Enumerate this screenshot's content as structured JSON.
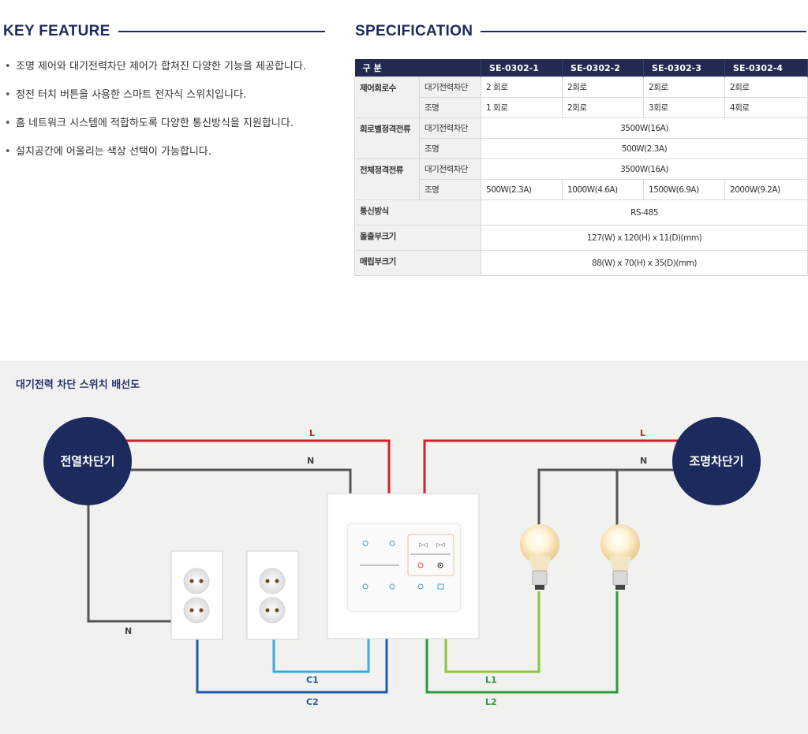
{
  "key_feature": {
    "title": "KEY FEATURE",
    "bullet": "•",
    "items": [
      "조명 제어와 대기전력차단 제어가 합쳐진 다양한 기능을 제공합니다.",
      "정전 터치 버튼을 사용한 스마트 전자식 스위치입니다.",
      "홈 네트워크 시스템에 적합하도록 다양한 통신방식을 지원합니다.",
      "설치공간에 어울리는 색상 선택이 가능합니다."
    ]
  },
  "specification": {
    "title": "SPECIFICATION",
    "header": [
      "구  분",
      "SE-0302-1",
      "SE-0302-2",
      "SE-0302-3",
      "SE-0302-4"
    ],
    "rows": {
      "control_circuits": {
        "label": "제어회로수",
        "standby": {
          "label": "대기전력차단",
          "values": [
            "2 회로",
            "2회로",
            "2회로",
            "2회로"
          ]
        },
        "lighting": {
          "label": "조명",
          "values": [
            "1 회로",
            "2회로",
            "3회로",
            "4회로"
          ]
        }
      },
      "rated_per_circuit": {
        "label": "회로별정격전류",
        "standby": {
          "label": "대기전력차단",
          "value": "3500W(16A)"
        },
        "lighting": {
          "label": "조명",
          "value": "500W(2.3A)"
        }
      },
      "rated_total": {
        "label": "전체정격전류",
        "standby": {
          "label": "대기전력차단",
          "value": "3500W(16A)"
        },
        "lighting": {
          "label": "조명",
          "values": [
            "500W(2.3A)",
            "1000W(4.6A)",
            "1500W(6.9A)",
            "2000W(9.2A)"
          ]
        }
      },
      "communication": {
        "label": "통신방식",
        "value": "RS-485"
      },
      "surface_size": {
        "label": "돌출부크기",
        "value": "127(W) x 120(H) x 11(D)(mm)"
      },
      "flush_size": {
        "label": "매립부크기",
        "value": "88(W) x 70(H) x 35(D)(mm)"
      }
    }
  },
  "wiring_diagram": {
    "title": "대기전력 차단 스위치 배선도",
    "left_breaker": "전열차단기",
    "right_breaker": "조명차단기",
    "wire_labels": {
      "L_left": "L",
      "N_left": "N",
      "L_right": "L",
      "N_right": "N",
      "N_bottom": "N",
      "C1": "C1",
      "C2": "C2",
      "L1": "L1",
      "L2": "L2"
    },
    "colors": {
      "breaker": "#1c2a5e",
      "live": "#d4202a",
      "neutral": "#555555",
      "c1": "#3aa9e0",
      "c2": "#1f5aa6",
      "l1": "#8cc63f",
      "l2": "#2d9a3e"
    },
    "icons": [
      "socket-icon",
      "socket-icon",
      "switch-panel-icon",
      "bulb-icon",
      "bulb-icon"
    ]
  }
}
